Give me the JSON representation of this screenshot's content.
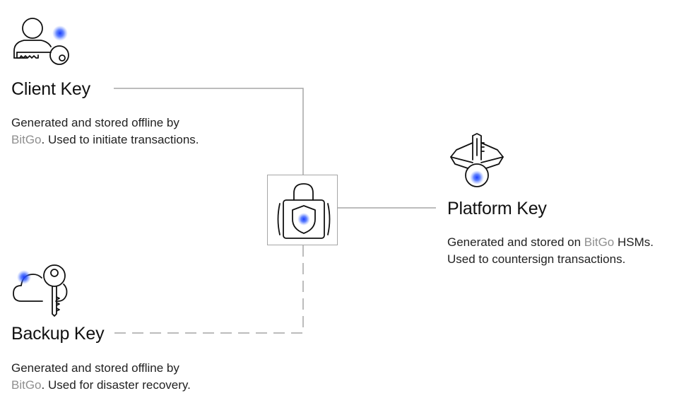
{
  "keys": {
    "client": {
      "title": "Client Key",
      "desc_line1": "Generated and stored offline by",
      "desc_brand": "BitGo",
      "desc_line2_rest": ". Used to initiate transactions.",
      "icon": "user-key-icon"
    },
    "platform": {
      "title": "Platform Key",
      "desc_line1_pre": "Generated and stored on ",
      "desc_brand": "BitGo",
      "desc_line1_post": " HSMs.",
      "desc_line2": "Used to countersign transactions.",
      "icon": "hsm-key-icon"
    },
    "backup": {
      "title": "Backup Key",
      "desc_line1": "Generated and stored offline by",
      "desc_brand": "BitGo",
      "desc_line2_rest": ". Used for disaster recovery.",
      "icon": "cloud-key-icon"
    }
  },
  "vault": {
    "icon": "lock-shield-icon"
  },
  "colors": {
    "accent_glow": "#2f5bff",
    "connector": "#a6a6a6",
    "brand_text": "#8f8f8f",
    "text": "#111111"
  }
}
